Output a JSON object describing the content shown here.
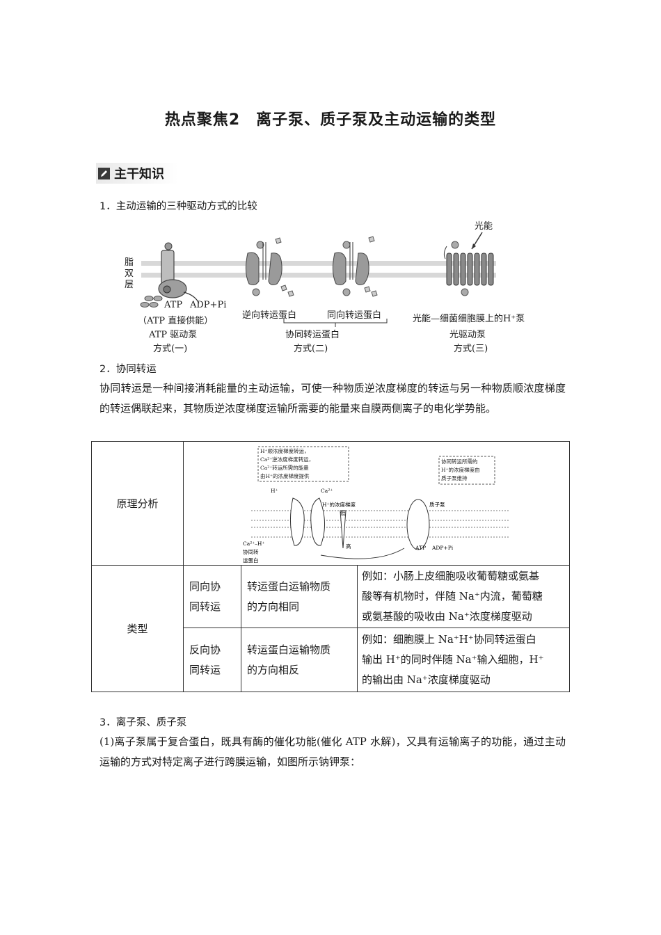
{
  "title": "热点聚焦2　离子泵、质子泵及主动运输的类型",
  "section": "主干知识",
  "s1": {
    "heading": "1．主动运输的三种驱动方式的比较",
    "fig": {
      "lipid": [
        "脂",
        "双",
        "层"
      ],
      "light": "光能",
      "atp": "ATP",
      "adp": "ADP+Pi",
      "atp_direct": "（ATP 直接供能）",
      "pump1": "ATP 驱动泵",
      "mode1": "方式(一)",
      "anti": "逆向转运蛋白",
      "sym": "同向转运蛋白",
      "co": "协同转运蛋白",
      "mode2": "方式(二)",
      "light_pump": "光能—细菌细胞膜上的H⁺泵",
      "light_driven": "光驱动泵",
      "mode3": "方式(三)"
    }
  },
  "s2": {
    "heading": "2．协同转运",
    "para": "协同转运是一种间接消耗能量的主动运输，可使一种物质逆浓度梯度的转运与另一种物质顺浓度梯度的转运偶联起来，其物质逆浓度梯度运输所需要的能量来自膜两侧离子的电化学势能。"
  },
  "table": {
    "row1_label": "原理分析",
    "fig2": {
      "note1": [
        "H⁺顺浓度梯度转运，",
        "Ca²⁺逆浓度梯度转运，",
        "Ca²⁺转运所需的能量",
        "由H⁺的浓度梯度提供"
      ],
      "note2": [
        "协同转运所需的",
        "H⁺的浓度梯度由",
        "质子泵维持"
      ],
      "h": "H⁺",
      "ca": "Ca²⁺",
      "grad": "H⁺的浓度梯度",
      "low": "低",
      "high": "高",
      "pump": "质子泵",
      "atp": "ATP",
      "adp": "ADP+Pi",
      "caH": "Ca²⁺–H⁺",
      "co1": "协同转",
      "co2": "运蛋白"
    },
    "row2_label": "类型",
    "types": [
      {
        "name": [
          "同向协",
          "同转运"
        ],
        "desc": [
          "转运蛋白运输物质",
          "的方向相同"
        ],
        "example": [
          "例如：小肠上皮细胞吸收葡萄糖或氨基",
          "酸等有机物时，伴随 Na⁺内流，葡萄糖",
          "或氨基酸的吸收由 Na⁺浓度梯度驱动"
        ]
      },
      {
        "name": [
          "反向协",
          "同转运"
        ],
        "desc": [
          "转运蛋白运输物质",
          "的方向相反"
        ],
        "example": [
          "例如：细胞膜上 Na⁺H⁺协同转运蛋白",
          "输出 H⁺的同时伴随 Na⁺输入细胞，H⁺",
          "的输出由 Na⁺浓度梯度驱动"
        ]
      }
    ]
  },
  "s3": {
    "heading": "3．离子泵、质子泵",
    "para": "(1)离子泵属于复合蛋白，既具有酶的催化功能(催化 ATP 水解)，又具有运输离子的功能，通过主动运输的方式对特定离子进行跨膜运输，如图所示钠钾泵："
  }
}
